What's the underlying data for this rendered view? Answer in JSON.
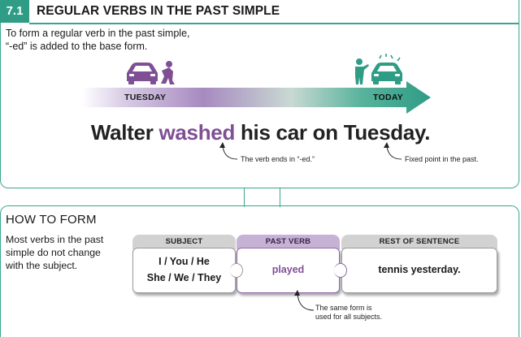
{
  "section": {
    "number": "7.1",
    "title": "REGULAR VERBS IN THE PAST SIMPLE",
    "intro_line1": "To form a regular verb in the past simple,",
    "intro_line2": "“-ed” is added to the base form."
  },
  "timeline": {
    "left_label": "TUESDAY",
    "right_label": "TODAY",
    "left_icon": "person-washing-car-icon",
    "right_icon": "person-with-clean-car-icon"
  },
  "example": {
    "before": "Walter ",
    "verb": "washed",
    "after": " his car on Tuesday.",
    "note_verb": "The verb ends in “-ed.”",
    "note_time": "Fixed point in the past."
  },
  "how_to_form": {
    "title": "HOW TO FORM",
    "text_line1": "Most verbs in the past",
    "text_line2": "simple do not change",
    "text_line3": "with the subject.",
    "headers": {
      "subject": "SUBJECT",
      "verb": "PAST VERB",
      "rest": "REST OF SENTENCE"
    },
    "subject_line1": "I / You / He",
    "subject_line2": "She / We / They",
    "verb_value": "played",
    "rest_value": "tennis yesterday.",
    "note_line1": "The same form is",
    "note_line2": "used for all subjects."
  },
  "colors": {
    "accent_teal": "#2f9c85",
    "verb_purple": "#7f4f95"
  }
}
